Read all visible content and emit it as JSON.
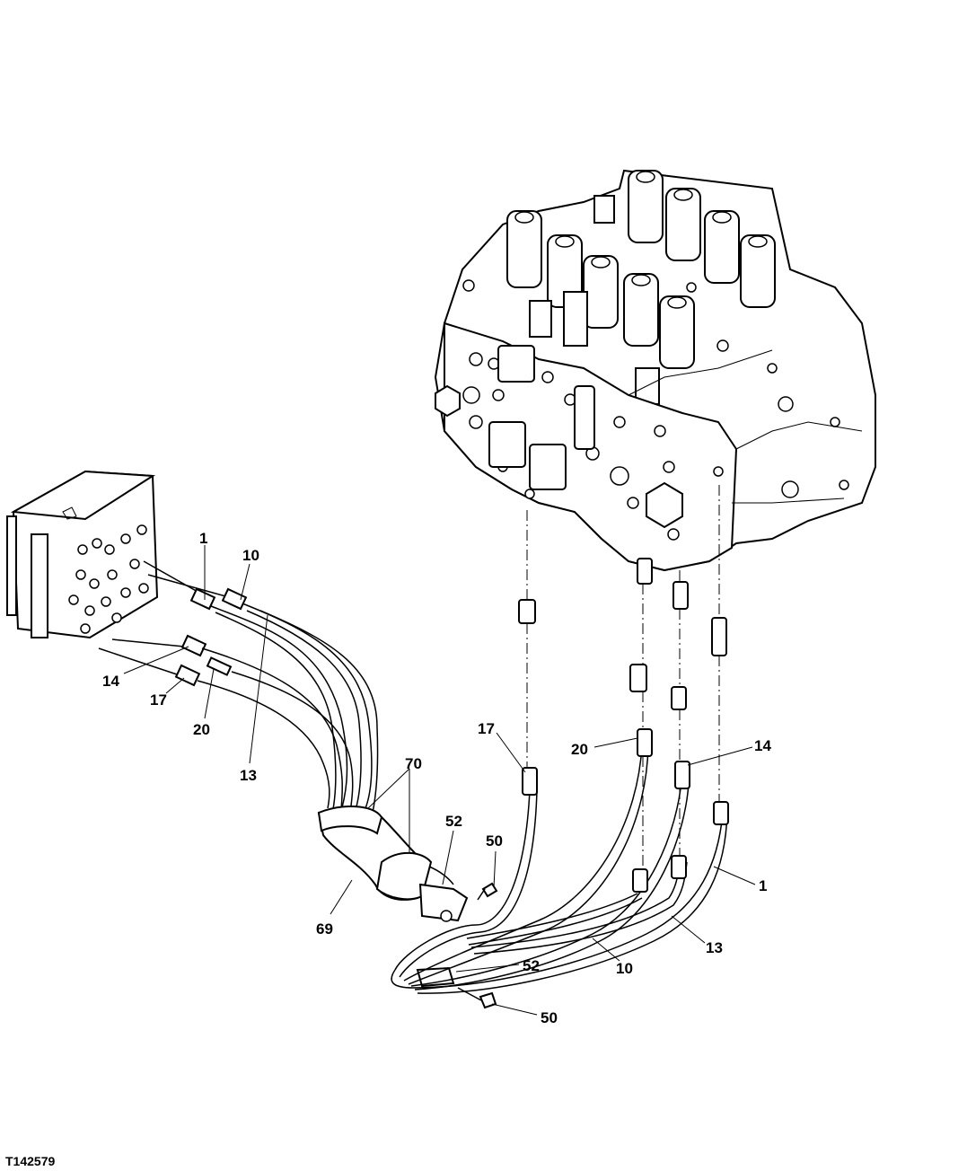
{
  "figure_id": "T142579",
  "callouts": {
    "c1_left": "1",
    "c10_left": "10",
    "c14_left": "14",
    "c17_left": "17",
    "c20_left": "20",
    "c13_left": "13",
    "c70": "70",
    "c52_top": "52",
    "c50_top": "50",
    "c69": "69",
    "c17_right": "17",
    "c20_right": "20",
    "c14_right": "14",
    "c1_right": "1",
    "c13_right": "13",
    "c10_right": "10",
    "c52_bottom": "52",
    "c50_bottom": "50"
  }
}
